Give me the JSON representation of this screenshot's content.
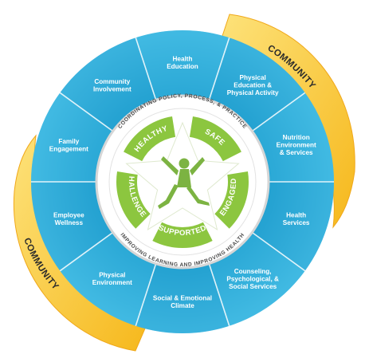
{
  "community": [
    "COMMUNITY",
    "COMMUNITY"
  ],
  "components": [
    [
      "Health",
      "Education"
    ],
    [
      "Physical",
      "Education &",
      "Physical Activity"
    ],
    [
      "Nutrition",
      "Environment",
      "& Services"
    ],
    [
      "Health",
      "Services"
    ],
    [
      "Counseling,",
      "Psychological, &",
      "Social Services"
    ],
    [
      "Social & Emotional",
      "Climate"
    ],
    [
      "Physical",
      "Environment"
    ],
    [
      "Employee",
      "Wellness"
    ],
    [
      "Family",
      "Engagement"
    ],
    [
      "Community",
      "Involvement"
    ]
  ],
  "ring_text": {
    "top": "COORDINATING POLICY, PROCESS, & PRACTICE",
    "bottom": "IMPROVING LEARNING AND IMPROVING HEALTH"
  },
  "star_words": [
    "HEALTHY",
    "SAFE",
    "ENGAGED",
    "SUPPORTED",
    "CHALLENGED"
  ],
  "colors": {
    "wheel_light": "#4fc3e8",
    "wheel_dark": "#1b9bcb",
    "community_gold": "#f6b81c",
    "community_light": "#fde27a",
    "green": "#8cc63f",
    "green_dark": "#6aa532",
    "jumper": "#7cb342"
  }
}
